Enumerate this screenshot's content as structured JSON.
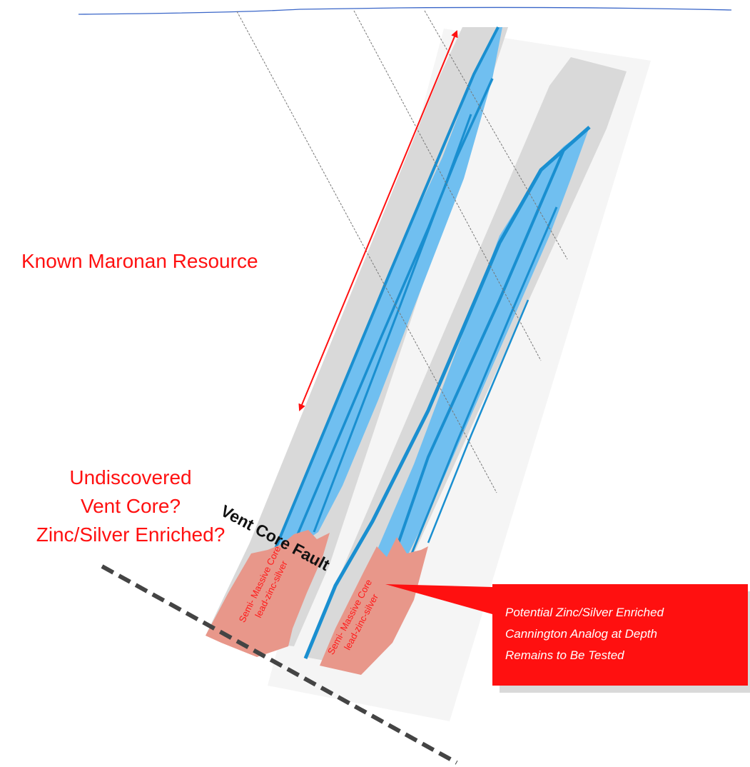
{
  "labels": {
    "known_resource": "Known Maronan Resource",
    "undiscovered": [
      "Undiscovered",
      "Vent Core?",
      "Zinc/Silver Enriched?"
    ],
    "core_left": [
      "Semi- Massive Core",
      "lead-zinc-silver"
    ],
    "core_right": [
      "Semi- Massive Core",
      "lead-zinc-silver"
    ],
    "fault": "Vent Core Fault",
    "callout": [
      "Potential Zinc/Silver Enriched",
      "Cannington Analog at Depth",
      "Remains to Be Tested"
    ]
  },
  "colors": {
    "surface_line": "#3a66c8",
    "host_band": "#d9d9d9",
    "mineralisation_light": "#70bff0",
    "mineralisation_dark": "#1a8fd0",
    "massive_core": "#e8978a",
    "annotation_red": "#ff1010",
    "fault_line": "#444444",
    "drill_trace": "#777777"
  }
}
